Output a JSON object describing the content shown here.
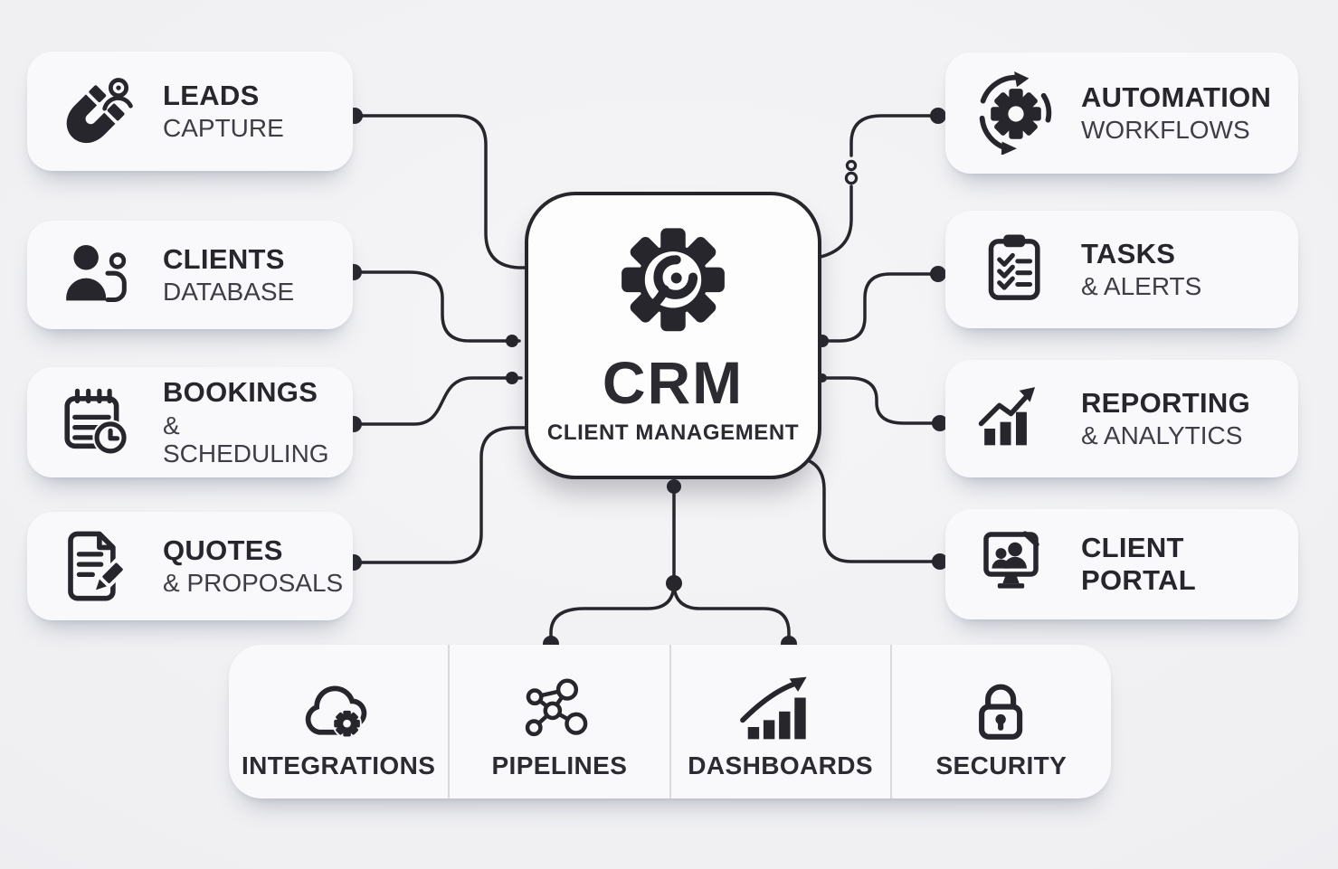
{
  "center": {
    "title": "CRM",
    "subtitle": "CLIENT MANAGEMENT",
    "icon": "gear-search-icon"
  },
  "left_nodes": [
    {
      "title": "LEADS",
      "subtitle": "CAPTURE",
      "icon": "magnet-lead-icon"
    },
    {
      "title": "CLIENTS",
      "subtitle": "DATABASE",
      "icon": "clients-database-icon"
    },
    {
      "title": "BOOKINGS",
      "subtitle": "& SCHEDULING",
      "icon": "calendar-clock-icon"
    },
    {
      "title": "QUOTES",
      "subtitle": "& PROPOSALS",
      "icon": "document-pencil-icon"
    }
  ],
  "right_nodes": [
    {
      "title": "AUTOMATION",
      "subtitle": "WORKFLOWS",
      "icon": "gear-cycle-arrows-icon"
    },
    {
      "title": "TASKS",
      "subtitle": "& ALERTS",
      "icon": "clipboard-checklist-icon"
    },
    {
      "title": "REPORTING",
      "subtitle": "& ANALYTICS",
      "icon": "bar-chart-trend-icon"
    },
    {
      "title": "CLIENT PORTAL",
      "subtitle": "",
      "icon": "monitor-users-icon"
    }
  ],
  "bottom_nodes": [
    {
      "label": "INTEGRATIONS",
      "icon": "cloud-gear-icon"
    },
    {
      "label": "PIPELINES",
      "icon": "network-nodes-icon"
    },
    {
      "label": "DASHBOARDS",
      "icon": "growth-bars-arrow-icon"
    },
    {
      "label": "SECURITY",
      "icon": "padlock-icon"
    }
  ],
  "colors": {
    "background": "#efeff2",
    "card": "#f9f9fb",
    "ink": "#26262c",
    "subtitle_ink": "#3e3e46"
  }
}
